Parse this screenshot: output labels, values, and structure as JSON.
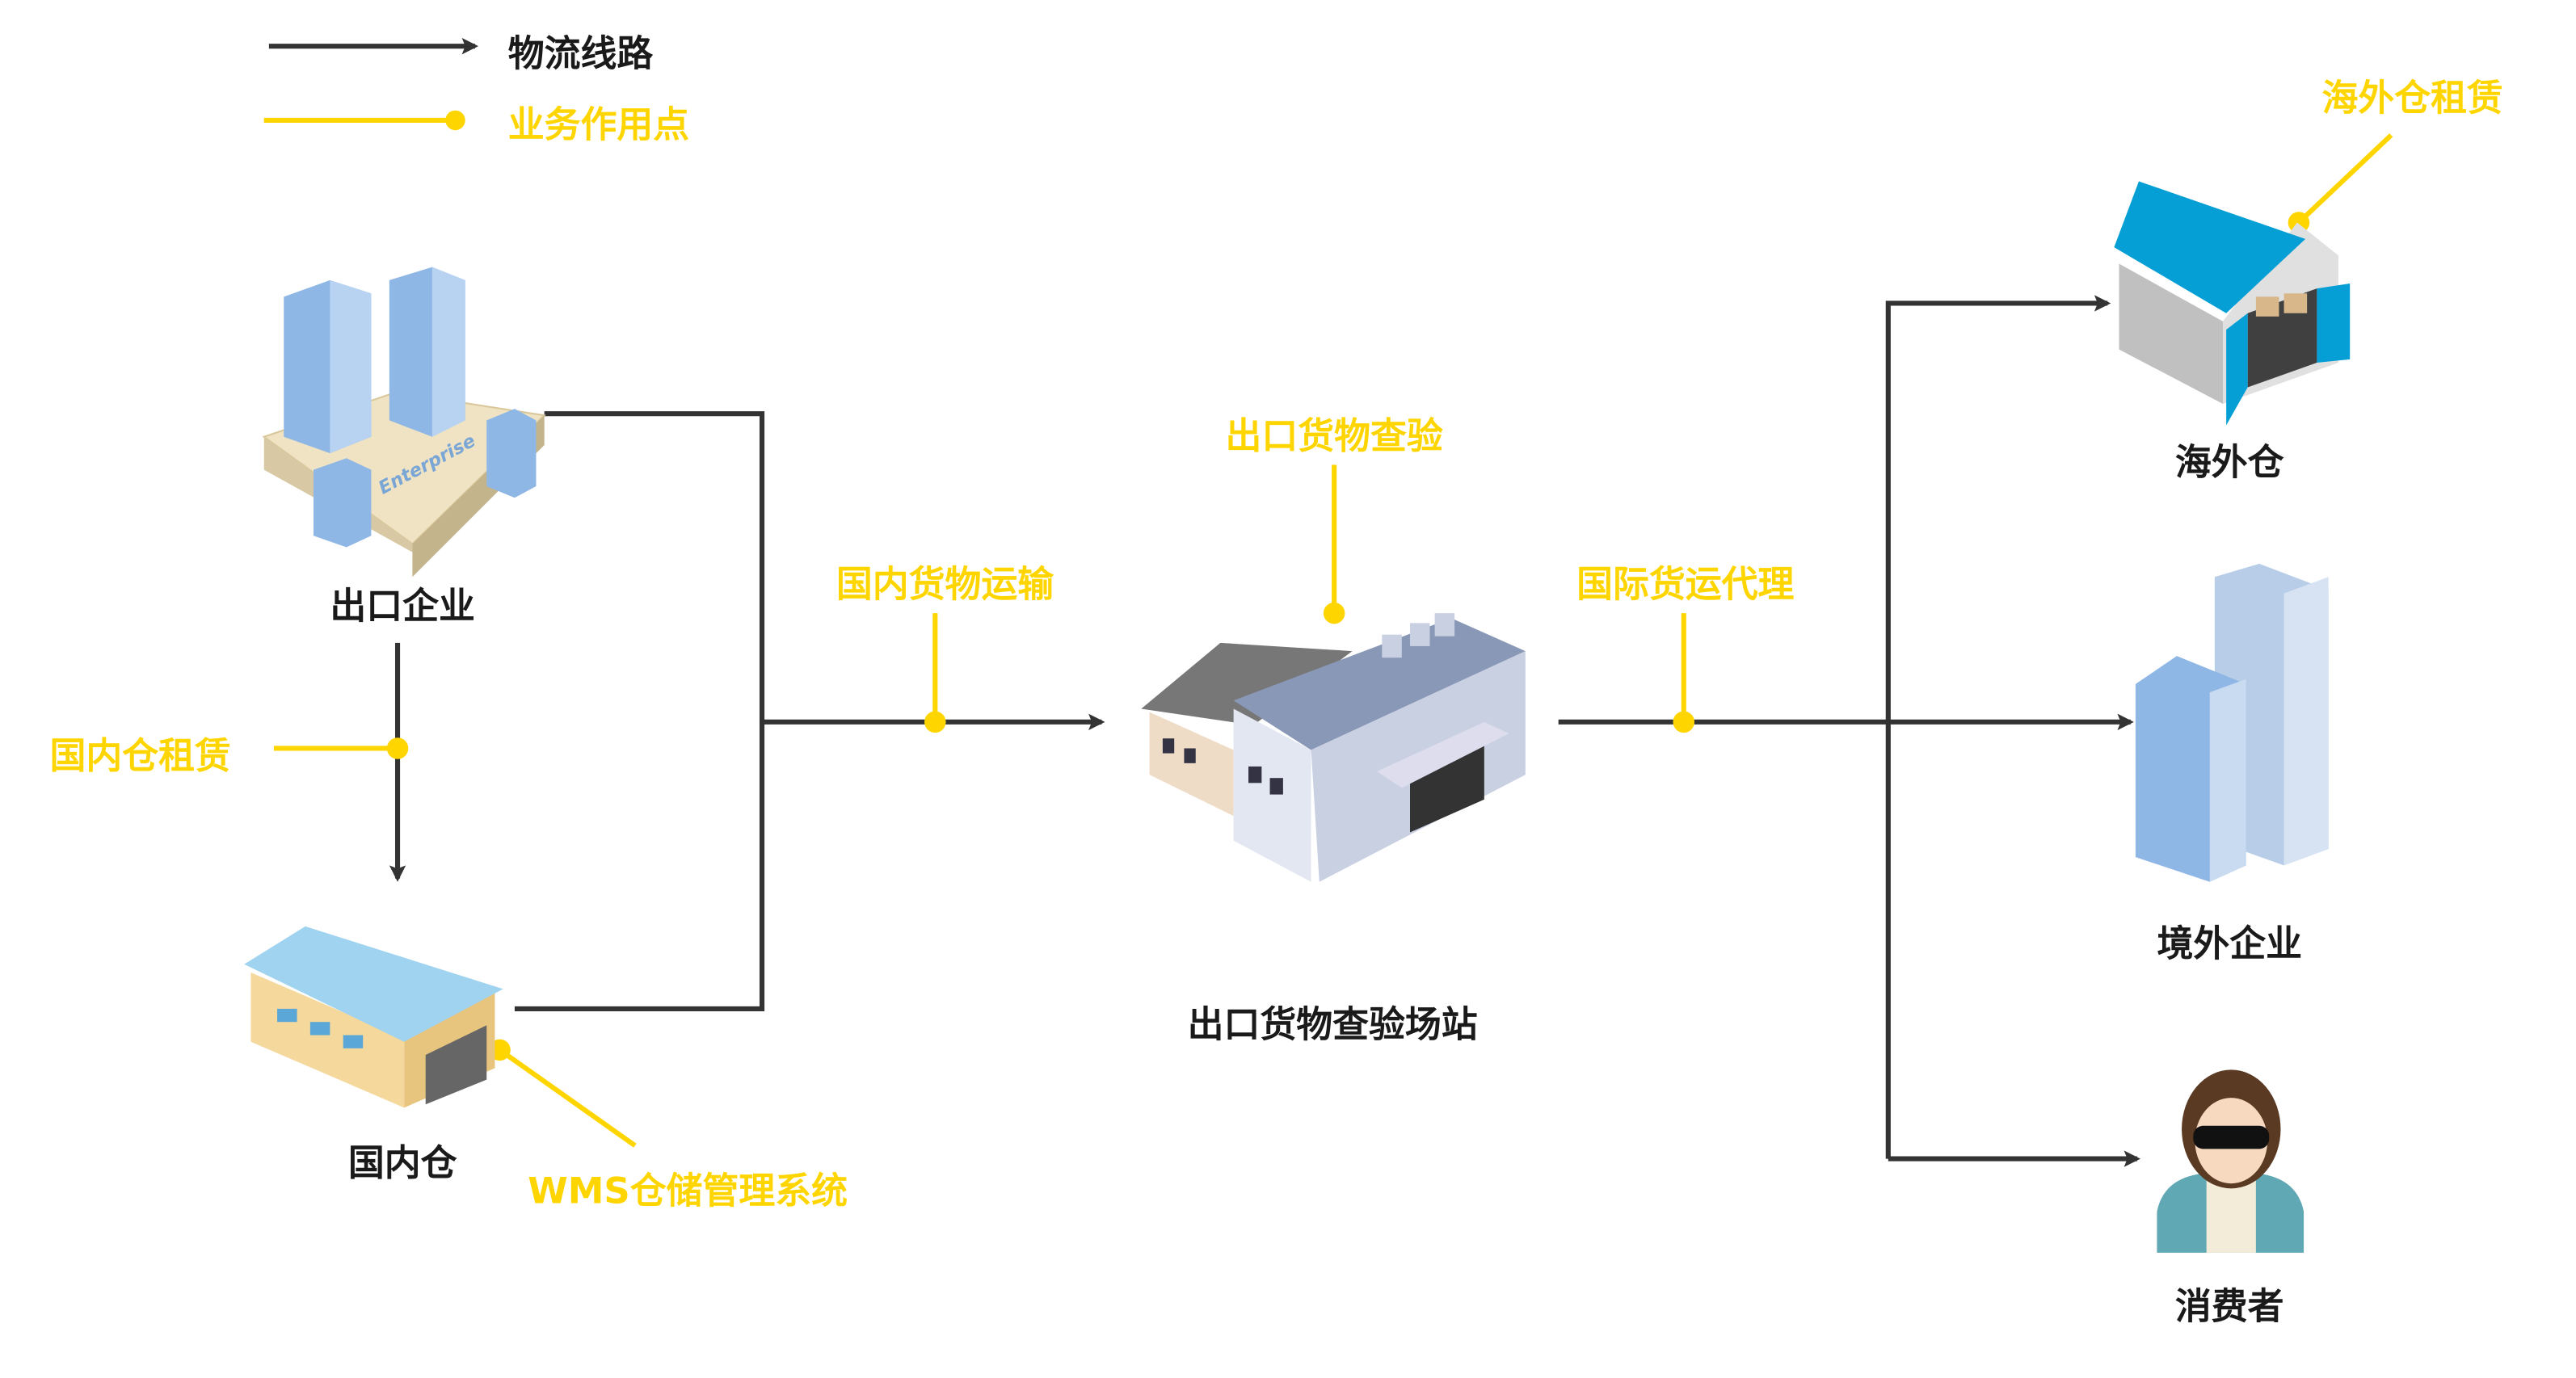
{
  "legend": {
    "logistics_route": "物流线路",
    "business_point": "业务作用点"
  },
  "colors": {
    "route": "#333333",
    "business": "#FFD500"
  },
  "nodes": {
    "export_enterprise": "出口企业",
    "domestic_warehouse": "国内仓",
    "inspection_station": "出口货物查验场站",
    "overseas_warehouse": "海外仓",
    "overseas_enterprise": "境外企业",
    "consumer": "消费者"
  },
  "business_points": {
    "domestic_warehouse_lease": "国内仓租赁",
    "wms": "WMS仓储管理系统",
    "domestic_transport": "国内货物运输",
    "export_inspection": "出口货物查验",
    "intl_freight_agency": "国际货运代理",
    "overseas_warehouse_lease": "海外仓租赁"
  },
  "icons": {
    "enterprise_sign": "Enterprise"
  }
}
